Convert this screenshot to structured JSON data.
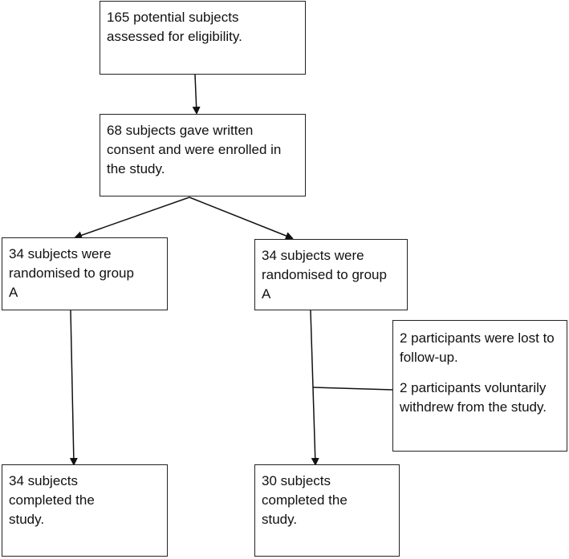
{
  "boxes": {
    "assessed": "165 potential subjects assessed for eligibility.",
    "enrolled": "68 subjects gave written consent and were enrolled in the study.",
    "rand_left": "34 subjects were randomised to group A",
    "rand_right": "34 subjects were randomised to group A",
    "dropout_lost": "2 participants were lost to follow-up.",
    "dropout_withdrew": "2 participants voluntarily withdrew from the study.",
    "completed_left": "34 subjects completed the study.",
    "completed_right": "30 subjects completed the study."
  }
}
